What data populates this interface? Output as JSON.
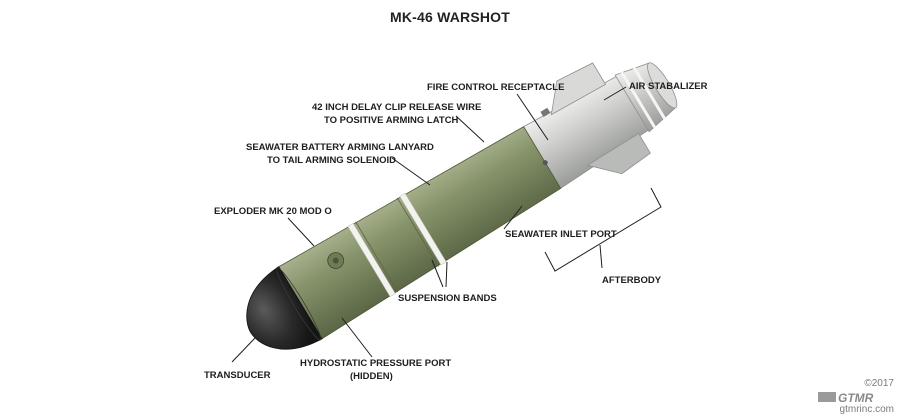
{
  "title": "MK-46 WARSHOT",
  "labels": {
    "fire_control_receptacle": "FIRE CONTROL RECEPTACLE",
    "air_stabalizer": "AIR STABALIZER",
    "delay_clip_line1": "42 INCH DELAY CLIP RELEASE WIRE",
    "delay_clip_line2": "TO POSITIVE ARMING LATCH",
    "battery_lanyard_line1": "SEAWATER BATTERY ARMING LANYARD",
    "battery_lanyard_line2": "TO TAIL ARMING SOLENOID",
    "exploder": "EXPLODER MK 20 MOD O",
    "seawater_inlet_port": "SEAWATER INLET PORT",
    "afterbody": "AFTERBODY",
    "suspension_bands": "SUSPENSION BANDS",
    "transducer": "TRANSDUCER",
    "hydrostatic_line1": "HYDROSTATIC PRESSURE PORT",
    "hydrostatic_line2": "(HIDDEN)"
  },
  "footer": {
    "copyright": "©2017",
    "logo_text": "GTMR",
    "website": "gtmrinc.com"
  },
  "colors": {
    "body_green": "#7d8a62",
    "afterbody_gray": "#c9cbc9",
    "nose_black": "#2b2b2b",
    "band_white": "#f2f2ef"
  }
}
